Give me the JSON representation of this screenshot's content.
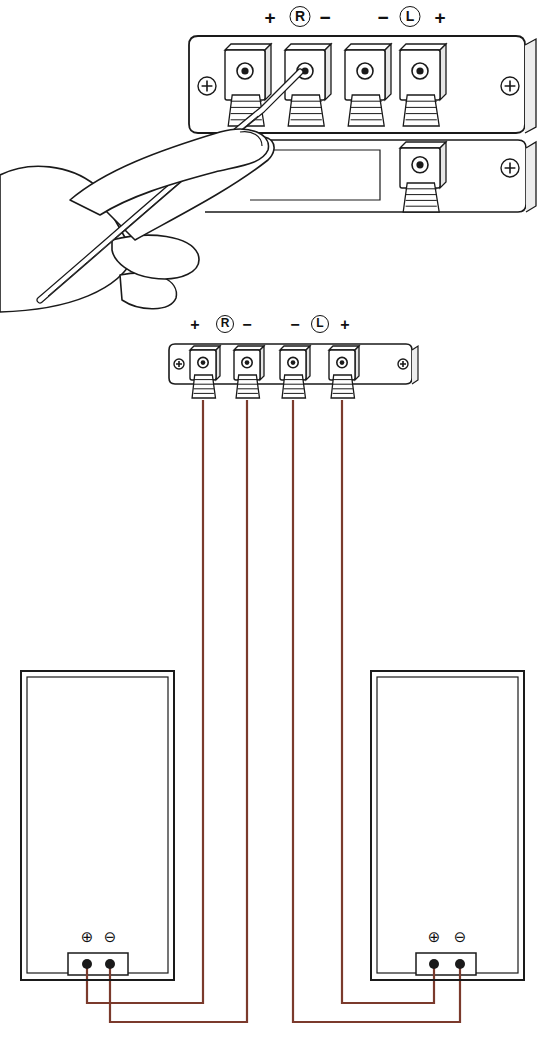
{
  "diagram": {
    "nodes": [
      {
        "text": [
          "+",
          "R",
          "−",
          "−",
          "L",
          "+"
        ]
      },
      {
        "text": [
          "+",
          "R",
          "−",
          "−",
          "L",
          "+"
        ]
      },
      {
        "text": [
          "⊕",
          "⊖"
        ]
      },
      {
        "text": [
          "⊕",
          "⊖"
        ]
      }
    ],
    "edges": [
      {
        "from": 1,
        "to": 2,
        "arrow": "none"
      },
      {
        "from": 1,
        "to": 2,
        "arrow": "none"
      },
      {
        "from": 1,
        "to": 3,
        "arrow": "none"
      },
      {
        "from": 1,
        "to": 3,
        "arrow": "none"
      }
    ]
  }
}
